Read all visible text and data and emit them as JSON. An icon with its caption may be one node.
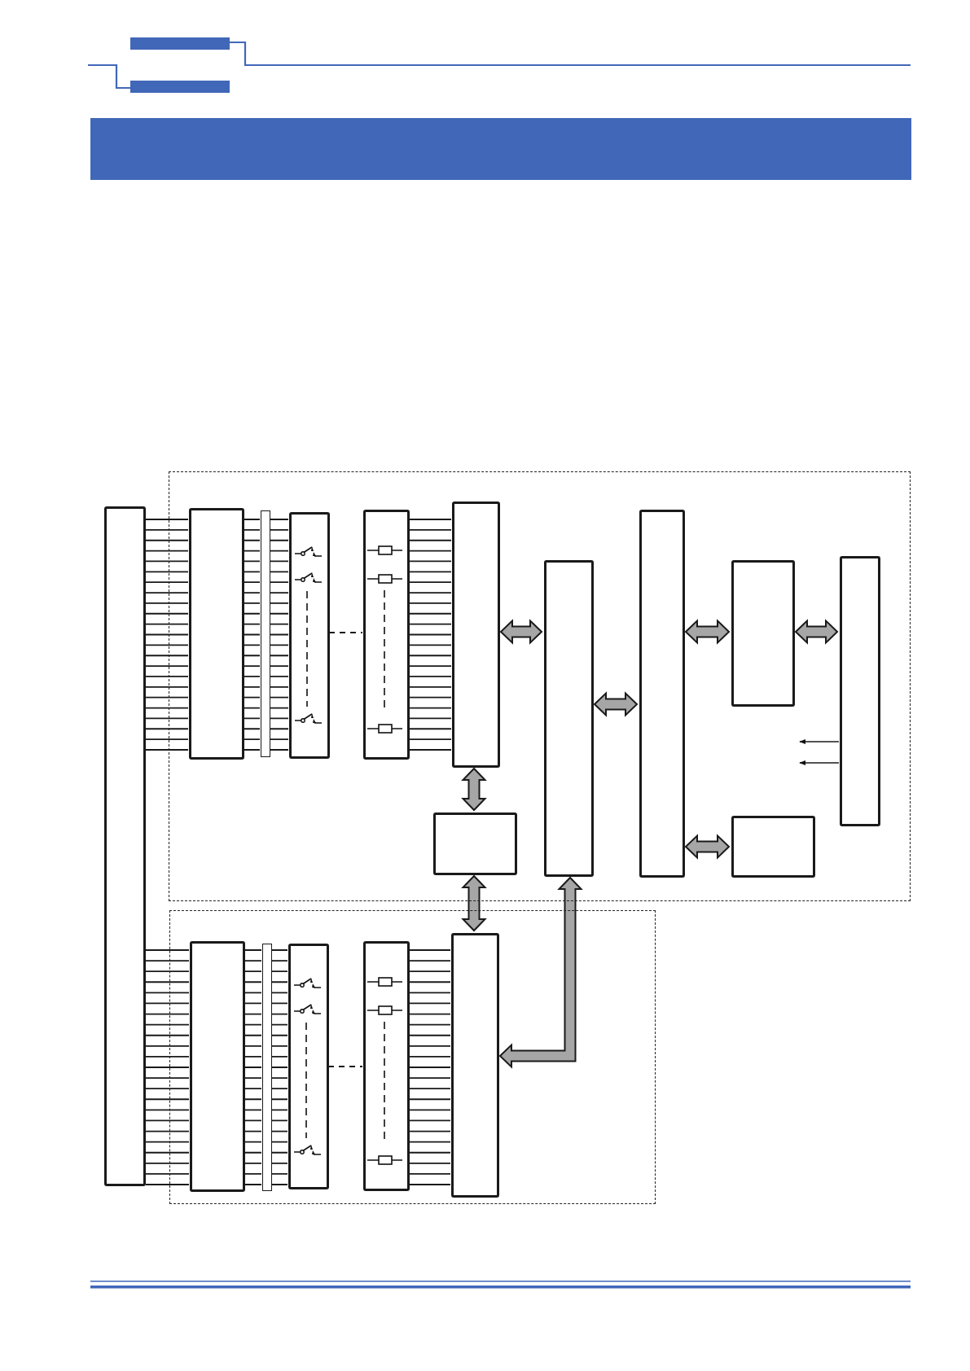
{
  "diagram": {
    "nodes": [
      {
        "text": [],
        "shape": "box"
      },
      {
        "text": [],
        "shape": "box"
      },
      {
        "text": [],
        "shape": "box",
        "in": 1
      },
      {
        "text": [],
        "shape": "bar",
        "in": 1
      },
      {
        "text": [],
        "shape": "box",
        "in": 1
      },
      {
        "text": [],
        "shape": "box",
        "in": 1
      },
      {
        "text": [],
        "shape": "box",
        "in": 1
      },
      {
        "text": [],
        "shape": "box",
        "in": 1
      },
      {
        "text": [],
        "shape": "box",
        "in": 1
      },
      {
        "text": [],
        "shape": "box",
        "in": 1
      },
      {
        "text": [],
        "shape": "box",
        "in": 1
      },
      {
        "text": [],
        "shape": "box",
        "in": 1
      },
      {
        "text": [],
        "shape": "box",
        "in": 1
      },
      {
        "text": [],
        "shape": "box"
      },
      {
        "text": [],
        "shape": "box",
        "in": 13
      },
      {
        "text": [],
        "shape": "bar",
        "in": 13
      },
      {
        "text": [],
        "shape": "box",
        "in": 13
      },
      {
        "text": [],
        "shape": "box",
        "in": 13
      },
      {
        "text": [],
        "shape": "box",
        "in": 13
      }
    ],
    "edges": [
      {
        "from": 0,
        "to": 2,
        "arrow": "none"
      },
      {
        "from": 2,
        "to": 3,
        "arrow": "none"
      },
      {
        "from": 3,
        "to": 4,
        "arrow": "none"
      },
      {
        "from": 4,
        "to": 5,
        "arrow": "none",
        "style": "dashed"
      },
      {
        "from": 5,
        "to": 6,
        "arrow": "none"
      },
      {
        "from": 6,
        "to": 8,
        "arrow": "both",
        "style": "thick",
        "color": "#a6a6a6"
      },
      {
        "from": 8,
        "to": 9,
        "arrow": "both",
        "style": "thick",
        "color": "#a6a6a6"
      },
      {
        "from": 9,
        "to": 10,
        "arrow": "both",
        "style": "thick",
        "color": "#a6a6a6"
      },
      {
        "from": 10,
        "to": 12,
        "arrow": "both",
        "style": "thick",
        "color": "#a6a6a6"
      },
      {
        "from": 9,
        "to": 11,
        "arrow": "both",
        "style": "thick",
        "color": "#a6a6a6"
      },
      {
        "from": 6,
        "to": 7,
        "arrow": "both",
        "style": "thick",
        "color": "#a6a6a6"
      },
      {
        "from": 7,
        "to": 18,
        "arrow": "both",
        "style": "thick",
        "color": "#a6a6a6"
      },
      {
        "from": 8,
        "to": 18,
        "arrow": "both",
        "style": "thick",
        "color": "#a6a6a6"
      },
      {
        "from": 12,
        "to": null,
        "arrow": "to"
      },
      {
        "from": 12,
        "to": null,
        "arrow": "to"
      },
      {
        "from": 0,
        "to": 14,
        "arrow": "none"
      },
      {
        "from": 14,
        "to": 15,
        "arrow": "none"
      },
      {
        "from": 15,
        "to": 16,
        "arrow": "none"
      },
      {
        "from": 16,
        "to": 17,
        "arrow": "none",
        "style": "dashed"
      },
      {
        "from": 17,
        "to": 18,
        "arrow": "none"
      }
    ]
  }
}
